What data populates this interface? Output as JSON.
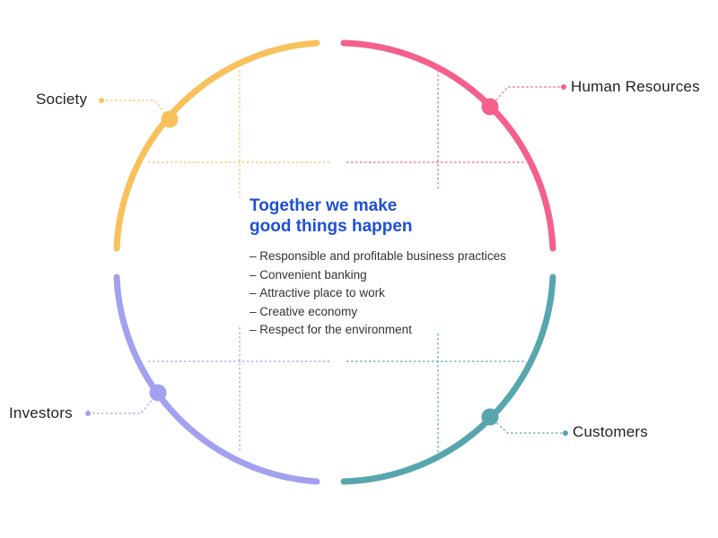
{
  "center": {
    "headline_line1": "Together we make",
    "headline_line2": "good things happen",
    "points": [
      "Responsible and profitable business practices",
      "Convenient banking",
      "Attractive place to work",
      "Creative economy",
      "Respect for the environment"
    ]
  },
  "stakeholders": {
    "society": {
      "label": "Society",
      "color": "#f8c15c"
    },
    "human_resources": {
      "label": "Human Resources",
      "color": "#f4608b"
    },
    "investors": {
      "label": "Investors",
      "color": "#a3a1ef"
    },
    "customers": {
      "label": "Customers",
      "color": "#58a6ad"
    }
  },
  "colors": {
    "headline": "#1f4fd6",
    "text": "#222222"
  }
}
